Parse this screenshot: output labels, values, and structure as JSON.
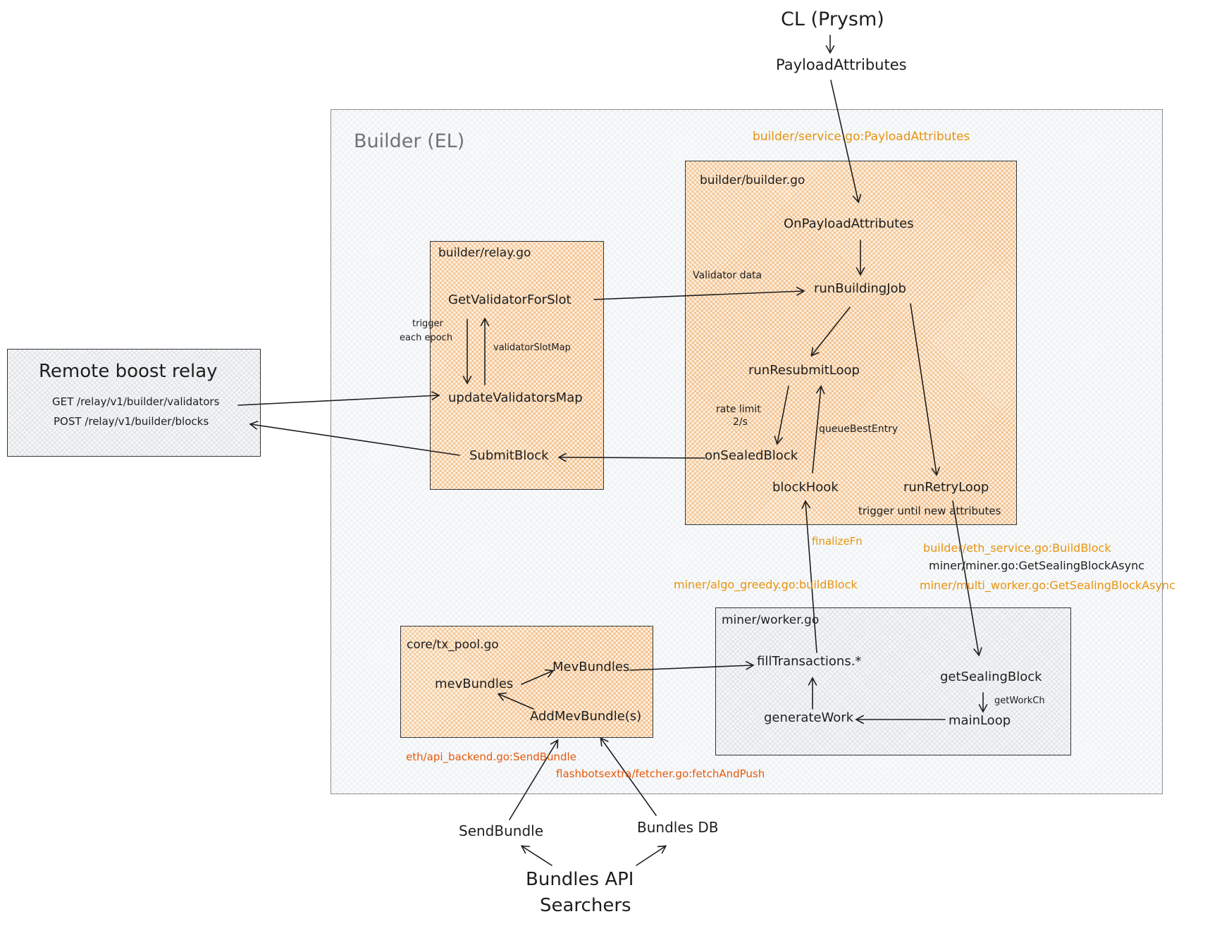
{
  "external": {
    "cl_label": "CL (Prysm)",
    "payload_attributes": "PayloadAttributes",
    "service_label": "builder/service.go:PayloadAttributes"
  },
  "builder": {
    "title": "Builder (EL)"
  },
  "remote_relay": {
    "title": "Remote boost relay",
    "get_endpoint": "GET /relay/v1/builder/validators",
    "post_endpoint": "POST /relay/v1/builder/blocks"
  },
  "relay_box": {
    "title": "builder/relay.go",
    "get_validator_for_slot": "GetValidatorForSlot",
    "update_validators_map": "updateValidatorsMap",
    "submit_block": "SubmitBlock",
    "trigger_line1": "trigger",
    "trigger_line2": "each epoch",
    "validator_slot_map": "validatorSlotMap"
  },
  "builder_go": {
    "title": "builder/builder.go",
    "on_payload_attributes": "OnPayloadAttributes",
    "run_building_job": "runBuildingJob",
    "run_resubmit_loop": "runResubmitLoop",
    "on_sealed_block": "onSealedBlock",
    "block_hook": "blockHook",
    "run_retry_loop": "runRetryLoop",
    "validator_data": "Validator data",
    "rate_limit_line1": "rate limit",
    "rate_limit_line2": "2/s",
    "queue_best_entry": "queueBestEntry",
    "trigger_until": "trigger until new attributes"
  },
  "annotations": {
    "finalize_fn": "finalizeFn",
    "algo_greedy": "miner/algo_greedy.go:buildBlock",
    "eth_service": "builder/eth_service.go:BuildBlock",
    "miner_miner": "miner/miner.go:GetSealingBlockAsync",
    "multi_worker": "miner/multi_worker.go:GetSealingBlockAsync",
    "api_backend": "eth/api_backend.go:SendBundle",
    "fetcher": "flashbotsextra/fetcher.go:fetchAndPush"
  },
  "tx_pool": {
    "title": "core/tx_pool.go",
    "mev_bundles_field": "mevBundles",
    "mev_bundles_fn": "MevBundles",
    "add_mev_bundle": "AddMevBundle(s)"
  },
  "worker": {
    "title": "miner/worker.go",
    "fill_transactions": "fillTransactions.*",
    "get_sealing_block": "getSealingBlock",
    "get_work_ch": "getWorkCh",
    "generate_work": "generateWork",
    "main_loop": "mainLoop"
  },
  "bottom": {
    "send_bundle": "SendBundle",
    "bundles_db": "Bundles DB",
    "bundles_api_line1": "Bundles API",
    "bundles_api_line2": "Searchers"
  },
  "colors": {
    "orange_label": "#e8930e",
    "red_label": "#e8590c",
    "orange_box_fill": "#f7d4ae",
    "gray_box_fill": "#f3f5f6",
    "outer_box_fill": "#f8fafb",
    "line": "#1e1e1e",
    "gray_title": "#6f7479"
  }
}
